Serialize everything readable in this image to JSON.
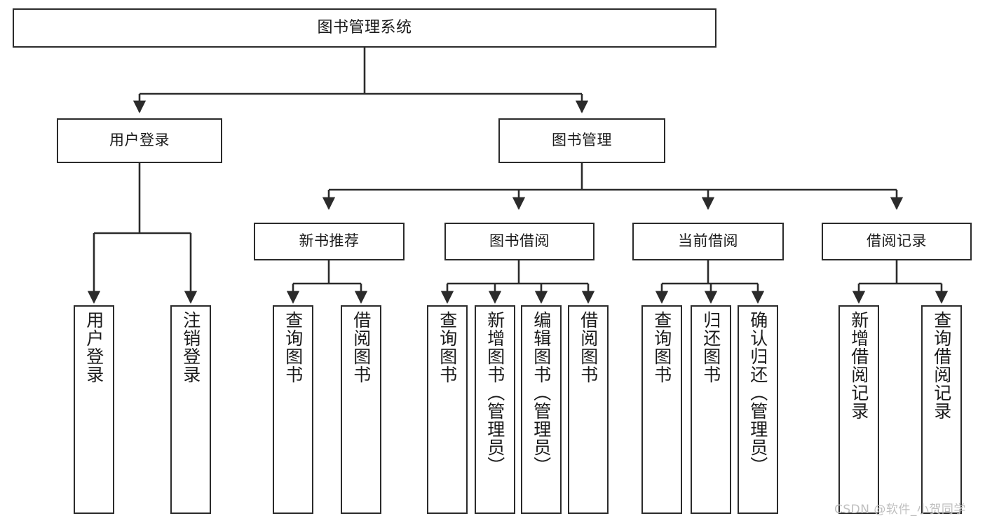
{
  "diagram": {
    "title": "图书管理系统",
    "type": "tree-hierarchy",
    "watermark": "CSDN @软件_小贺同学",
    "colors": {
      "stroke": "#2b2b2b",
      "fill": "#ffffff",
      "text": "#1a1a1a",
      "watermark": "#bfbfbf"
    },
    "levels": {
      "root": {
        "label": "图书管理系统"
      },
      "level2": [
        {
          "label": "用户登录"
        },
        {
          "label": "图书管理"
        }
      ],
      "level3": [
        {
          "label": "新书推荐"
        },
        {
          "label": "图书借阅"
        },
        {
          "label": "当前借阅"
        },
        {
          "label": "借阅记录"
        }
      ],
      "leaves_user_login": [
        {
          "label": "用户登录"
        },
        {
          "label": "注销登录"
        }
      ],
      "leaves_new_books": [
        {
          "label": "查询图书"
        },
        {
          "label": "借阅图书"
        }
      ],
      "leaves_borrow": [
        {
          "label": "查询图书"
        },
        {
          "label": "新增图书（管理员）"
        },
        {
          "label": "编辑图书（管理员）"
        },
        {
          "label": "借阅图书"
        }
      ],
      "leaves_current": [
        {
          "label": "查询图书"
        },
        {
          "label": "归还图书"
        },
        {
          "label": "确认归还（管理员）"
        }
      ],
      "leaves_records": [
        {
          "label": "新增借阅记录"
        },
        {
          "label": "查询借阅记录"
        }
      ]
    }
  }
}
